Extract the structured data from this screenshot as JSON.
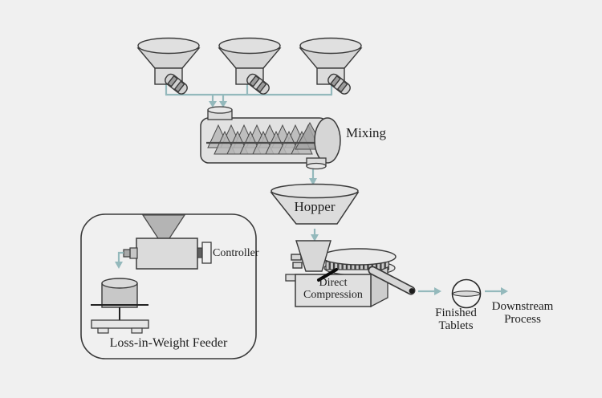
{
  "colors": {
    "background": "#f0f0f0",
    "accent_line": "#94b9bc",
    "outline": "#3a3a3a",
    "shape_fill": "#dfdfdf"
  },
  "flow": {
    "mixing": {
      "label": "Mixing"
    },
    "hopper": {
      "label": "Hopper"
    },
    "direct_compression": {
      "line1": "Direct",
      "line2": "Compression"
    },
    "finished_tablets": {
      "line1": "Finished",
      "line2": "Tablets"
    },
    "downstream_process": {
      "line1": "Downstream",
      "line2": "Process"
    }
  },
  "inset": {
    "controller": {
      "label": "Controller"
    },
    "caption": "Loss-in-Weight Feeder"
  }
}
